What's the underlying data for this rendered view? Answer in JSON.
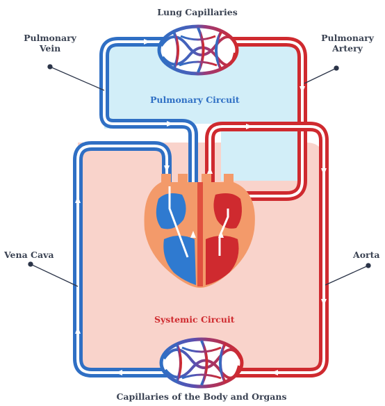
{
  "labels": {
    "lung_capillaries": "Lung Capillaries",
    "pulmonary_vein_1": "Pulmonary",
    "pulmonary_vein_2": "Vein",
    "pulmonary_artery_1": "Pulmonary",
    "pulmonary_artery_2": "Artery",
    "pulmonary_circuit": "Pulmonary Circuit",
    "systemic_circuit": "Systemic Circuit",
    "vena_cava": "Vena Cava",
    "aorta": "Aorta",
    "body_capillaries": "Capillaries of the Body and Organs"
  },
  "colors": {
    "blue": "#2f6fc4",
    "red": "#cf2a2f",
    "pulmonary_fill": "#d2eef8",
    "systemic_fill": "#f9d3cb",
    "heart_orange": "#f39a6a",
    "label_text": "#3a4252",
    "pulmonary_label": "#2f6fc4",
    "systemic_label": "#cf2a2f"
  }
}
